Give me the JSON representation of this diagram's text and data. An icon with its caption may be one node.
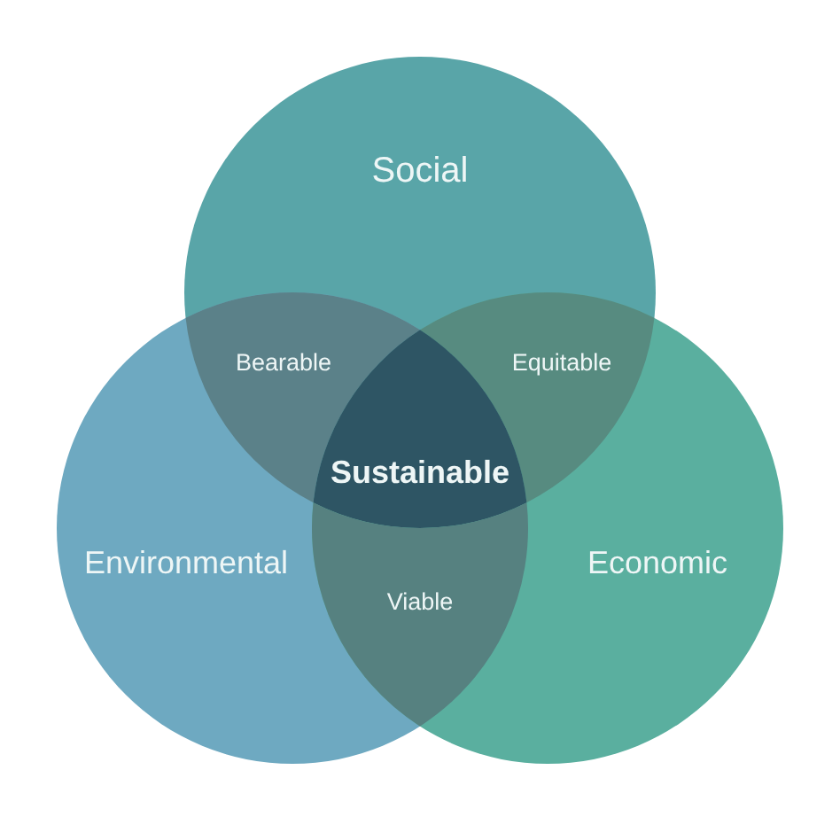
{
  "diagram": {
    "nodes": [
      {
        "text": [
          "Social"
        ]
      },
      {
        "text": [
          "Bearable"
        ]
      },
      {
        "text": [
          "Equitable"
        ]
      },
      {
        "text": [
          "Sustainable"
        ]
      },
      {
        "text": [
          "Environmental"
        ]
      },
      {
        "text": [
          "Economic"
        ]
      },
      {
        "text": [
          "Viable"
        ]
      }
    ]
  }
}
